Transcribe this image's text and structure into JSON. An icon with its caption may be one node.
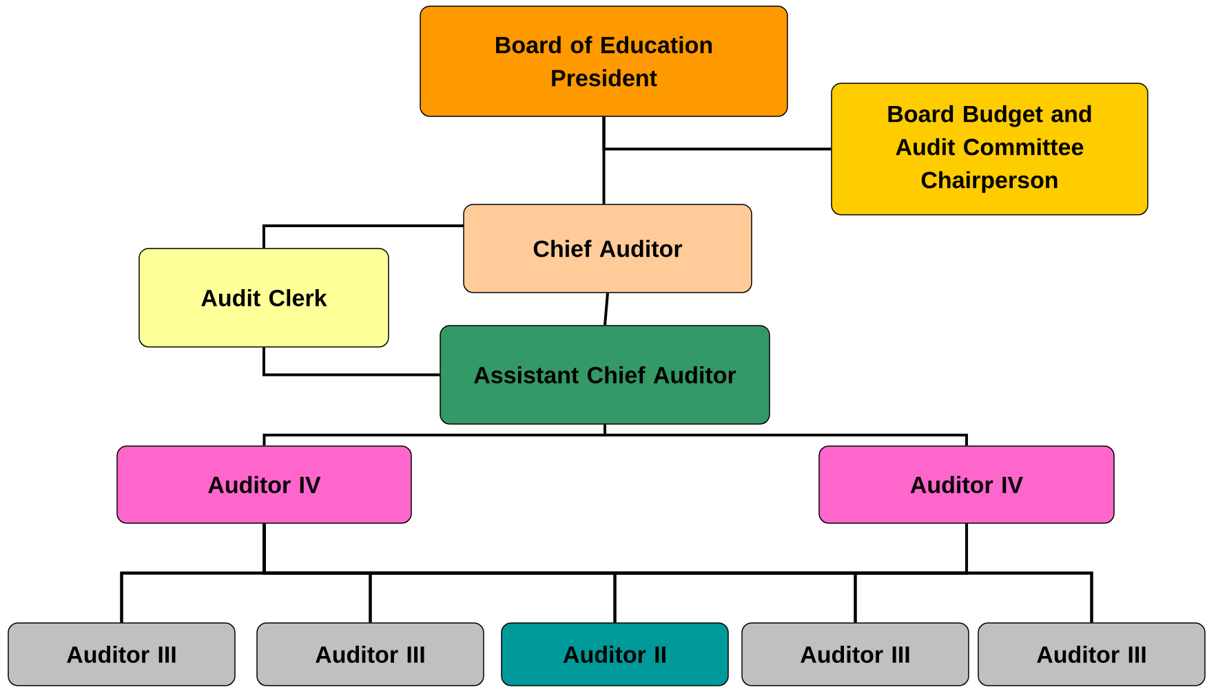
{
  "diagram": {
    "nodes": [
      {
        "text": [
          "Board of Education President"
        ]
      },
      {
        "text": [
          "Board Budget and Audit Committee Chairperson"
        ]
      },
      {
        "text": [
          "Chief Auditor"
        ]
      },
      {
        "text": [
          "Audit Clerk"
        ]
      },
      {
        "text": [
          "Assistant Chief Auditor"
        ]
      },
      {
        "text": [
          "Auditor IV"
        ]
      },
      {
        "text": [
          "Auditor IV"
        ]
      },
      {
        "text": [
          "Auditor III"
        ]
      },
      {
        "text": [
          "Auditor III"
        ]
      },
      {
        "text": [
          "Auditor II"
        ]
      },
      {
        "text": [
          "Auditor III"
        ]
      },
      {
        "text": [
          "Auditor III"
        ]
      }
    ],
    "edges": [
      {
        "from": 0,
        "to": 2,
        "arrow": "none"
      },
      {
        "from": 0,
        "to": 1,
        "arrow": "none"
      },
      {
        "from": 2,
        "to": 3,
        "arrow": "none"
      },
      {
        "from": 3,
        "to": 4,
        "arrow": "none"
      },
      {
        "from": 2,
        "to": 4,
        "arrow": "none"
      },
      {
        "from": 4,
        "to": 5,
        "arrow": "none"
      },
      {
        "from": 4,
        "to": 6,
        "arrow": "none"
      },
      {
        "from": 5,
        "to": 7,
        "arrow": "none"
      },
      {
        "from": 5,
        "to": 8,
        "arrow": "none"
      },
      {
        "from": 5,
        "to": 9,
        "arrow": "none"
      },
      {
        "from": 5,
        "to": 10,
        "arrow": "none"
      },
      {
        "from": 5,
        "to": 11,
        "arrow": "none"
      },
      {
        "from": 6,
        "to": 7,
        "arrow": "none"
      },
      {
        "from": 6,
        "to": 8,
        "arrow": "none"
      },
      {
        "from": 6,
        "to": 9,
        "arrow": "none"
      },
      {
        "from": 6,
        "to": 10,
        "arrow": "none"
      },
      {
        "from": 6,
        "to": 11,
        "arrow": "none"
      }
    ]
  }
}
